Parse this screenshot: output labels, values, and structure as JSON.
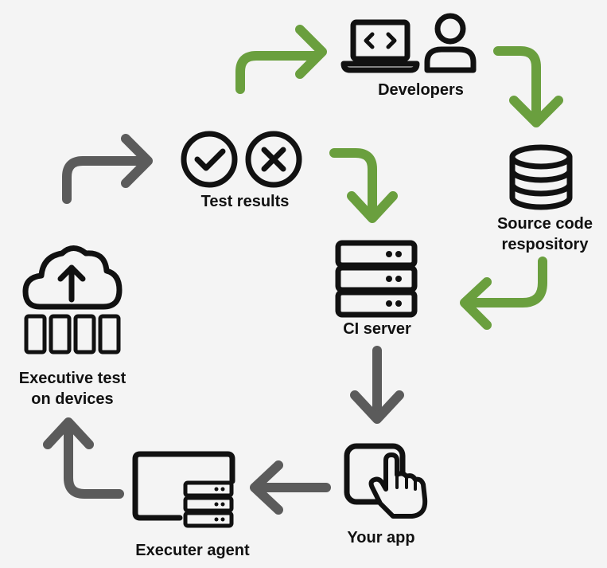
{
  "nodes": {
    "developers": "Developers",
    "test_results": "Test results",
    "source_repo_line1": "Source code",
    "source_repo_line2": "respository",
    "ci_server": "CI server",
    "executive_line1": "Executive test",
    "executive_line2": "on devices",
    "your_app": "Your app",
    "executer_agent": "Executer agent"
  },
  "colors": {
    "green_arrow": "#6a9f3e",
    "grey_arrow": "#5b5b5b",
    "icon": "#111111",
    "background": "#f4f4f4"
  }
}
